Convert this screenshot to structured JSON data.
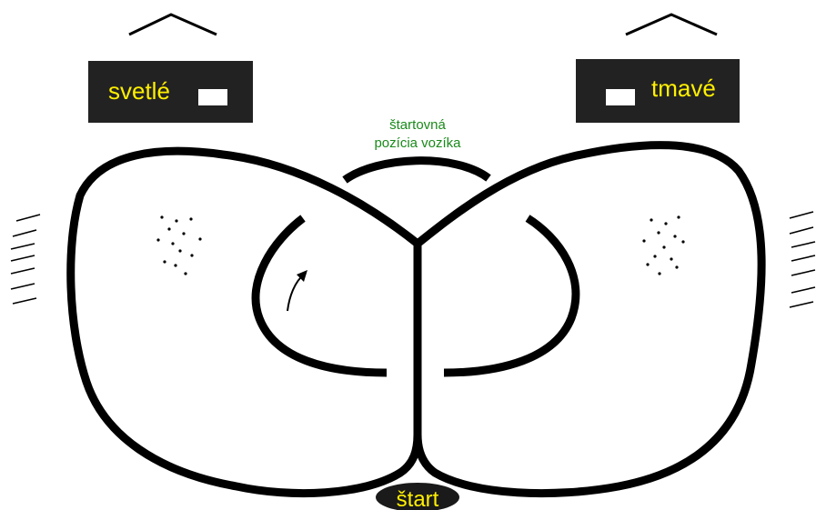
{
  "colors": {
    "track": "#000000",
    "box_fill": "#222222",
    "box_text": "#ffef00",
    "start_position_text": "#1a8a1a",
    "start_badge_fill": "#1a1a1a",
    "start_badge_text": "#ffef00",
    "background": "#ffffff"
  },
  "labels": {
    "light_box": "svetlé",
    "dark_box": "tmavé",
    "start_position_line1": "štartovná",
    "start_position_line2": "pozícia vozíka",
    "start_badge": "štart"
  },
  "icons": {
    "lamp_left": "chevron-up-icon",
    "lamp_right": "chevron-up-icon",
    "direction_arrow": "curved-arrow-icon"
  }
}
